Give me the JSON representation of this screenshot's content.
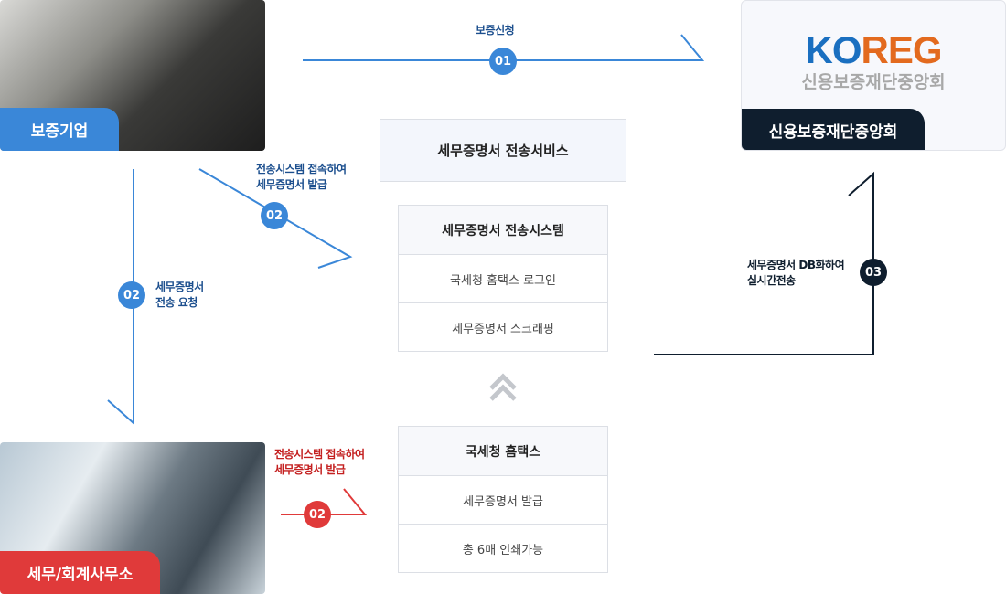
{
  "company": {
    "label": "보증기업"
  },
  "office": {
    "label": "세무/회계사무소"
  },
  "koreg": {
    "logo": "KOREG",
    "logo_sub": "신용보증재단중앙회",
    "label": "신용보증재단중앙회"
  },
  "steps": {
    "s01": {
      "num": "01",
      "label": "보증신청"
    },
    "s02a": {
      "num": "02",
      "line1": "전송시스템 접속하여",
      "line2": "세무증명서 발급"
    },
    "s02b": {
      "num": "02",
      "line1": "세무증명서",
      "line2": "전송 요청"
    },
    "s02c": {
      "num": "02",
      "line1": "전송시스템 접속하여",
      "line2": "세무증명서 발급"
    },
    "s03": {
      "num": "03",
      "line1": "세무증명서 DB화하여",
      "line2": "실시간전송"
    }
  },
  "panel": {
    "title": "세무증명서 전송서비스",
    "system": {
      "title": "세무증명서 전송시스템",
      "items": [
        "국세청 홈택스 로그인",
        "세무증명서 스크래핑"
      ]
    },
    "hometax": {
      "title": "국세청 홈택스",
      "items": [
        "세무증명서 발급",
        "총 6매 인쇄가능"
      ]
    }
  },
  "colors": {
    "blue": "#3a87d8",
    "red": "#e03a3a",
    "dark": "#0f1e2e"
  }
}
